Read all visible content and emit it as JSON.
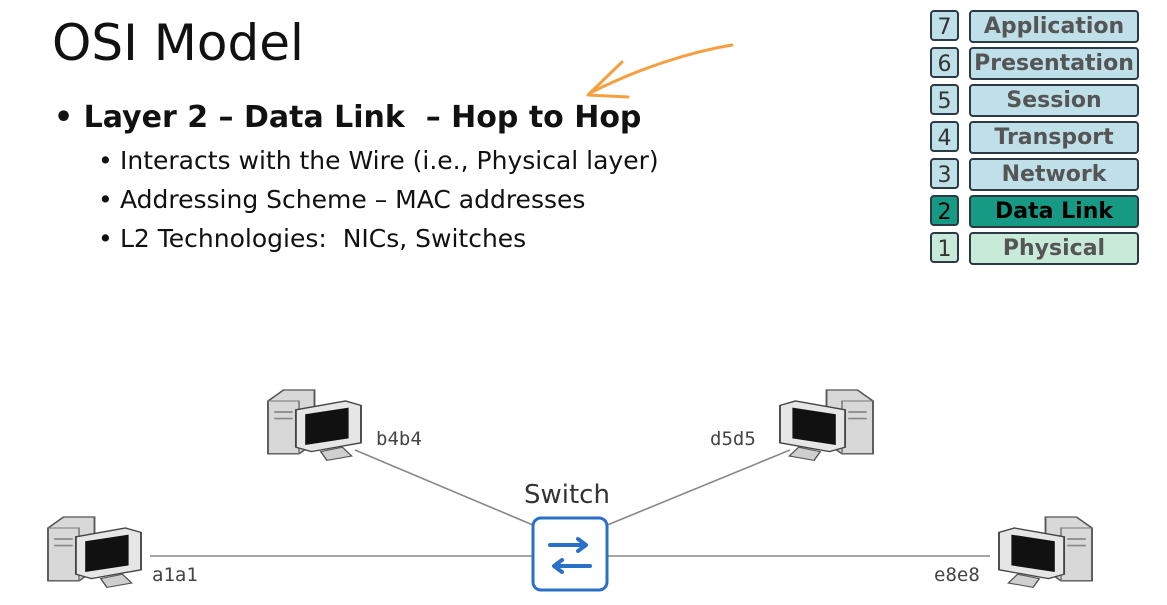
{
  "slide": {
    "title": "OSI Model",
    "main_bullet": "• Layer 2 – Data Link  – Hop to Hop",
    "sub_bullets": [
      "Interacts with the Wire (i.e., Physical layer)",
      "Addressing Scheme – MAC addresses",
      "L2 Technologies:  NICs, Switches"
    ]
  },
  "osi_stack": [
    {
      "num": "7",
      "name": "Application"
    },
    {
      "num": "6",
      "name": "Presentation"
    },
    {
      "num": "5",
      "name": "Session"
    },
    {
      "num": "4",
      "name": "Transport"
    },
    {
      "num": "3",
      "name": "Network"
    },
    {
      "num": "2",
      "name": "Data Link"
    },
    {
      "num": "1",
      "name": "Physical"
    }
  ],
  "osi_highlight": "Data Link",
  "network": {
    "switch_label": "Switch",
    "hosts": [
      "a1a1",
      "b4b4",
      "d5d5",
      "e8e8"
    ]
  },
  "colors": {
    "osi_default": "#bfe0e8",
    "osi_active": "#169a84",
    "osi_physical": "#c8ead8",
    "annotation_arrow": "#f5a040",
    "switch_icon": "#2a6fc8"
  }
}
